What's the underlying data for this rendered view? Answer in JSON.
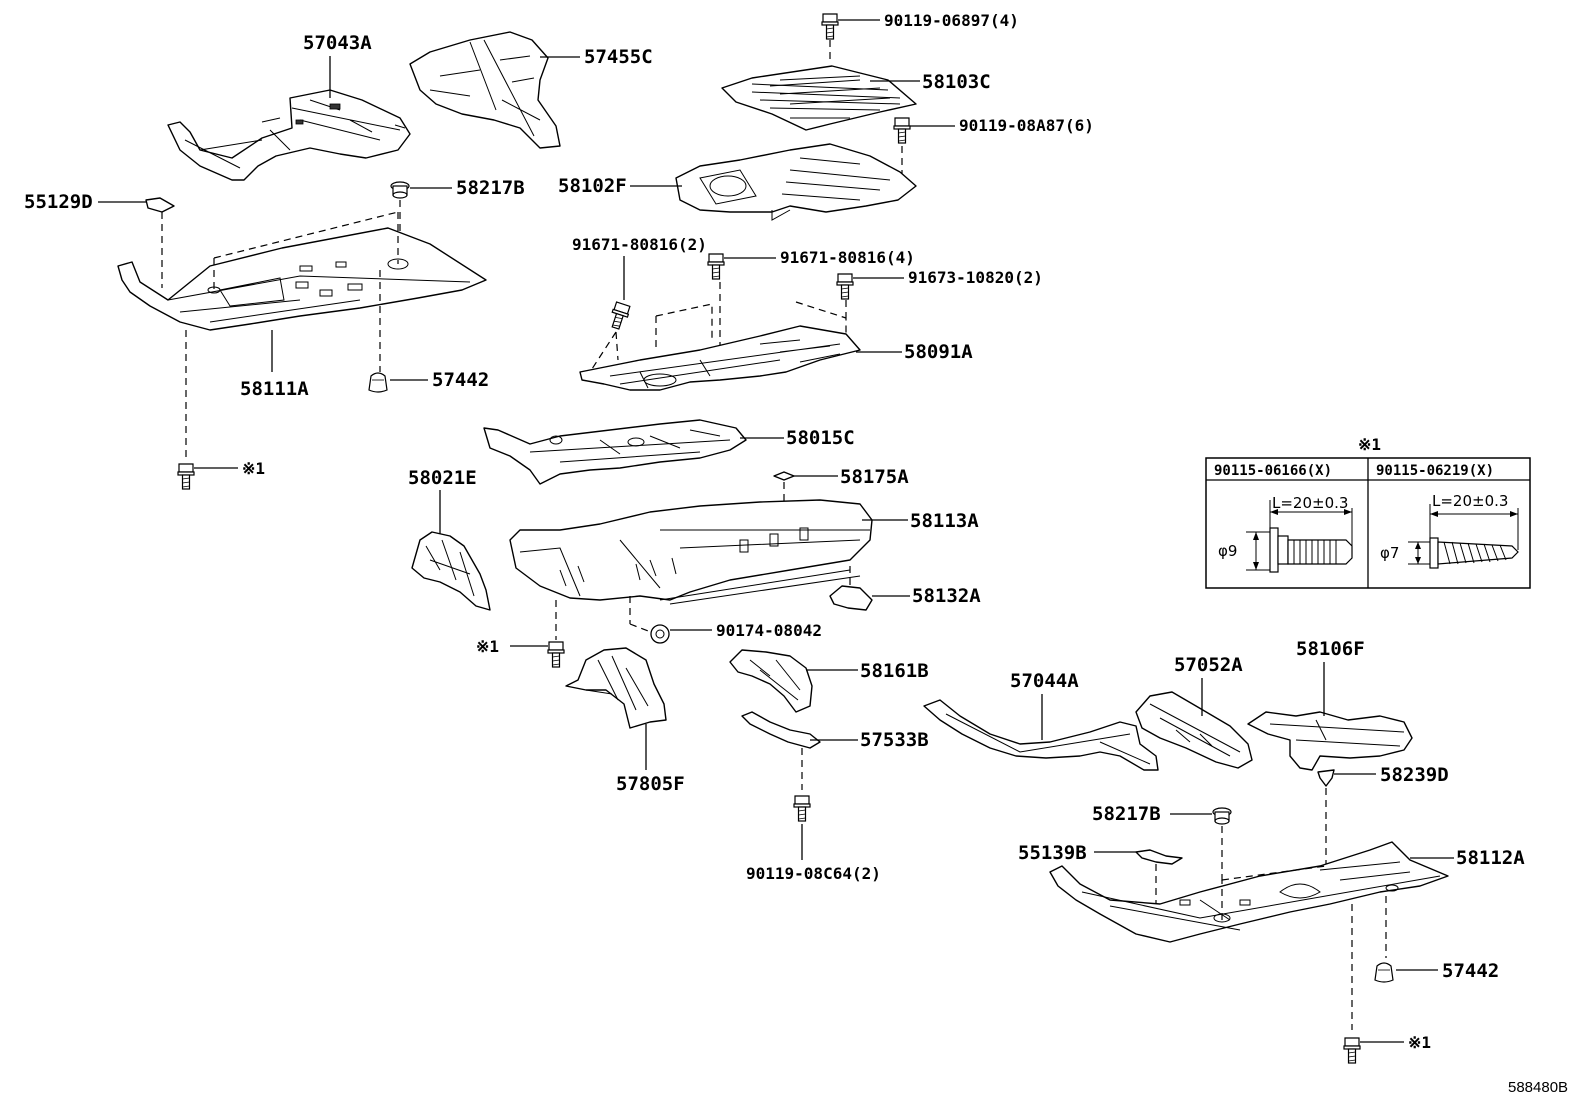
{
  "diagram_code": "588480B",
  "note_mark": "※1",
  "labels": {
    "p57043A": "57043A",
    "p57455C": "57455C",
    "p90119_06897": "90119-06897(4)",
    "p58103C": "58103C",
    "p90119_08A87": "90119-08A87(6)",
    "p58102F": "58102F",
    "p55129D": "55129D",
    "p58217B_1": "58217B",
    "p58111A": "58111A",
    "p57442_1": "57442",
    "p91671_a": "91671-80816(2)",
    "p91671_b": "91671-80816(4)",
    "p91673": "91673-10820(2)",
    "p58091A": "58091A",
    "p58015C": "58015C",
    "p58021E": "58021E",
    "p58175A": "58175A",
    "p58113A": "58113A",
    "p58132A": "58132A",
    "p90174": "90174-08042",
    "p58161B": "58161B",
    "p57533B": "57533B",
    "p57805F": "57805F",
    "p90119_08C64": "90119-08C64(2)",
    "p57044A": "57044A",
    "p57052A": "57052A",
    "p58106F": "58106F",
    "p58239D": "58239D",
    "p58217B_2": "58217B",
    "p55139B": "55139B",
    "p58112A": "58112A",
    "p57442_2": "57442"
  },
  "table": {
    "mark": "※1",
    "col1_part": "90115-06166(X)",
    "col2_part": "90115-06219(X)",
    "col1_length": "L=20±0.3",
    "col2_length": "L=20±0.3",
    "col1_dia": "φ9",
    "col2_dia": "φ7"
  }
}
